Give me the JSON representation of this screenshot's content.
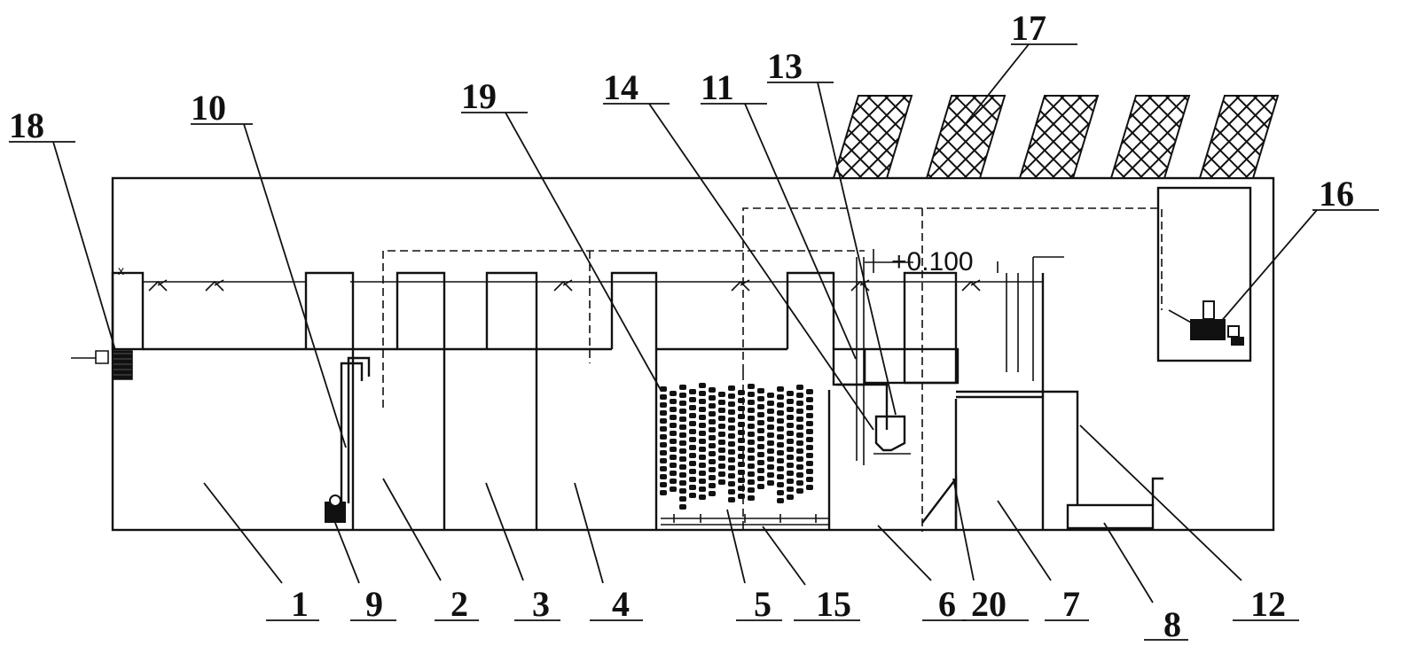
{
  "diagram": {
    "elevation_label": "+0.100",
    "labels": [
      {
        "id": "1",
        "text": "1"
      },
      {
        "id": "2",
        "text": "2"
      },
      {
        "id": "3",
        "text": "3"
      },
      {
        "id": "4",
        "text": "4"
      },
      {
        "id": "5",
        "text": "5"
      },
      {
        "id": "6",
        "text": "6"
      },
      {
        "id": "7",
        "text": "7"
      },
      {
        "id": "8",
        "text": "8"
      },
      {
        "id": "9",
        "text": "9"
      },
      {
        "id": "10",
        "text": "10"
      },
      {
        "id": "11",
        "text": "11"
      },
      {
        "id": "12",
        "text": "12"
      },
      {
        "id": "13",
        "text": "13"
      },
      {
        "id": "14",
        "text": "14"
      },
      {
        "id": "15",
        "text": "15"
      },
      {
        "id": "16",
        "text": "16"
      },
      {
        "id": "17",
        "text": "17"
      },
      {
        "id": "18",
        "text": "18"
      },
      {
        "id": "19",
        "text": "19"
      },
      {
        "id": "20",
        "text": "20"
      }
    ]
  }
}
